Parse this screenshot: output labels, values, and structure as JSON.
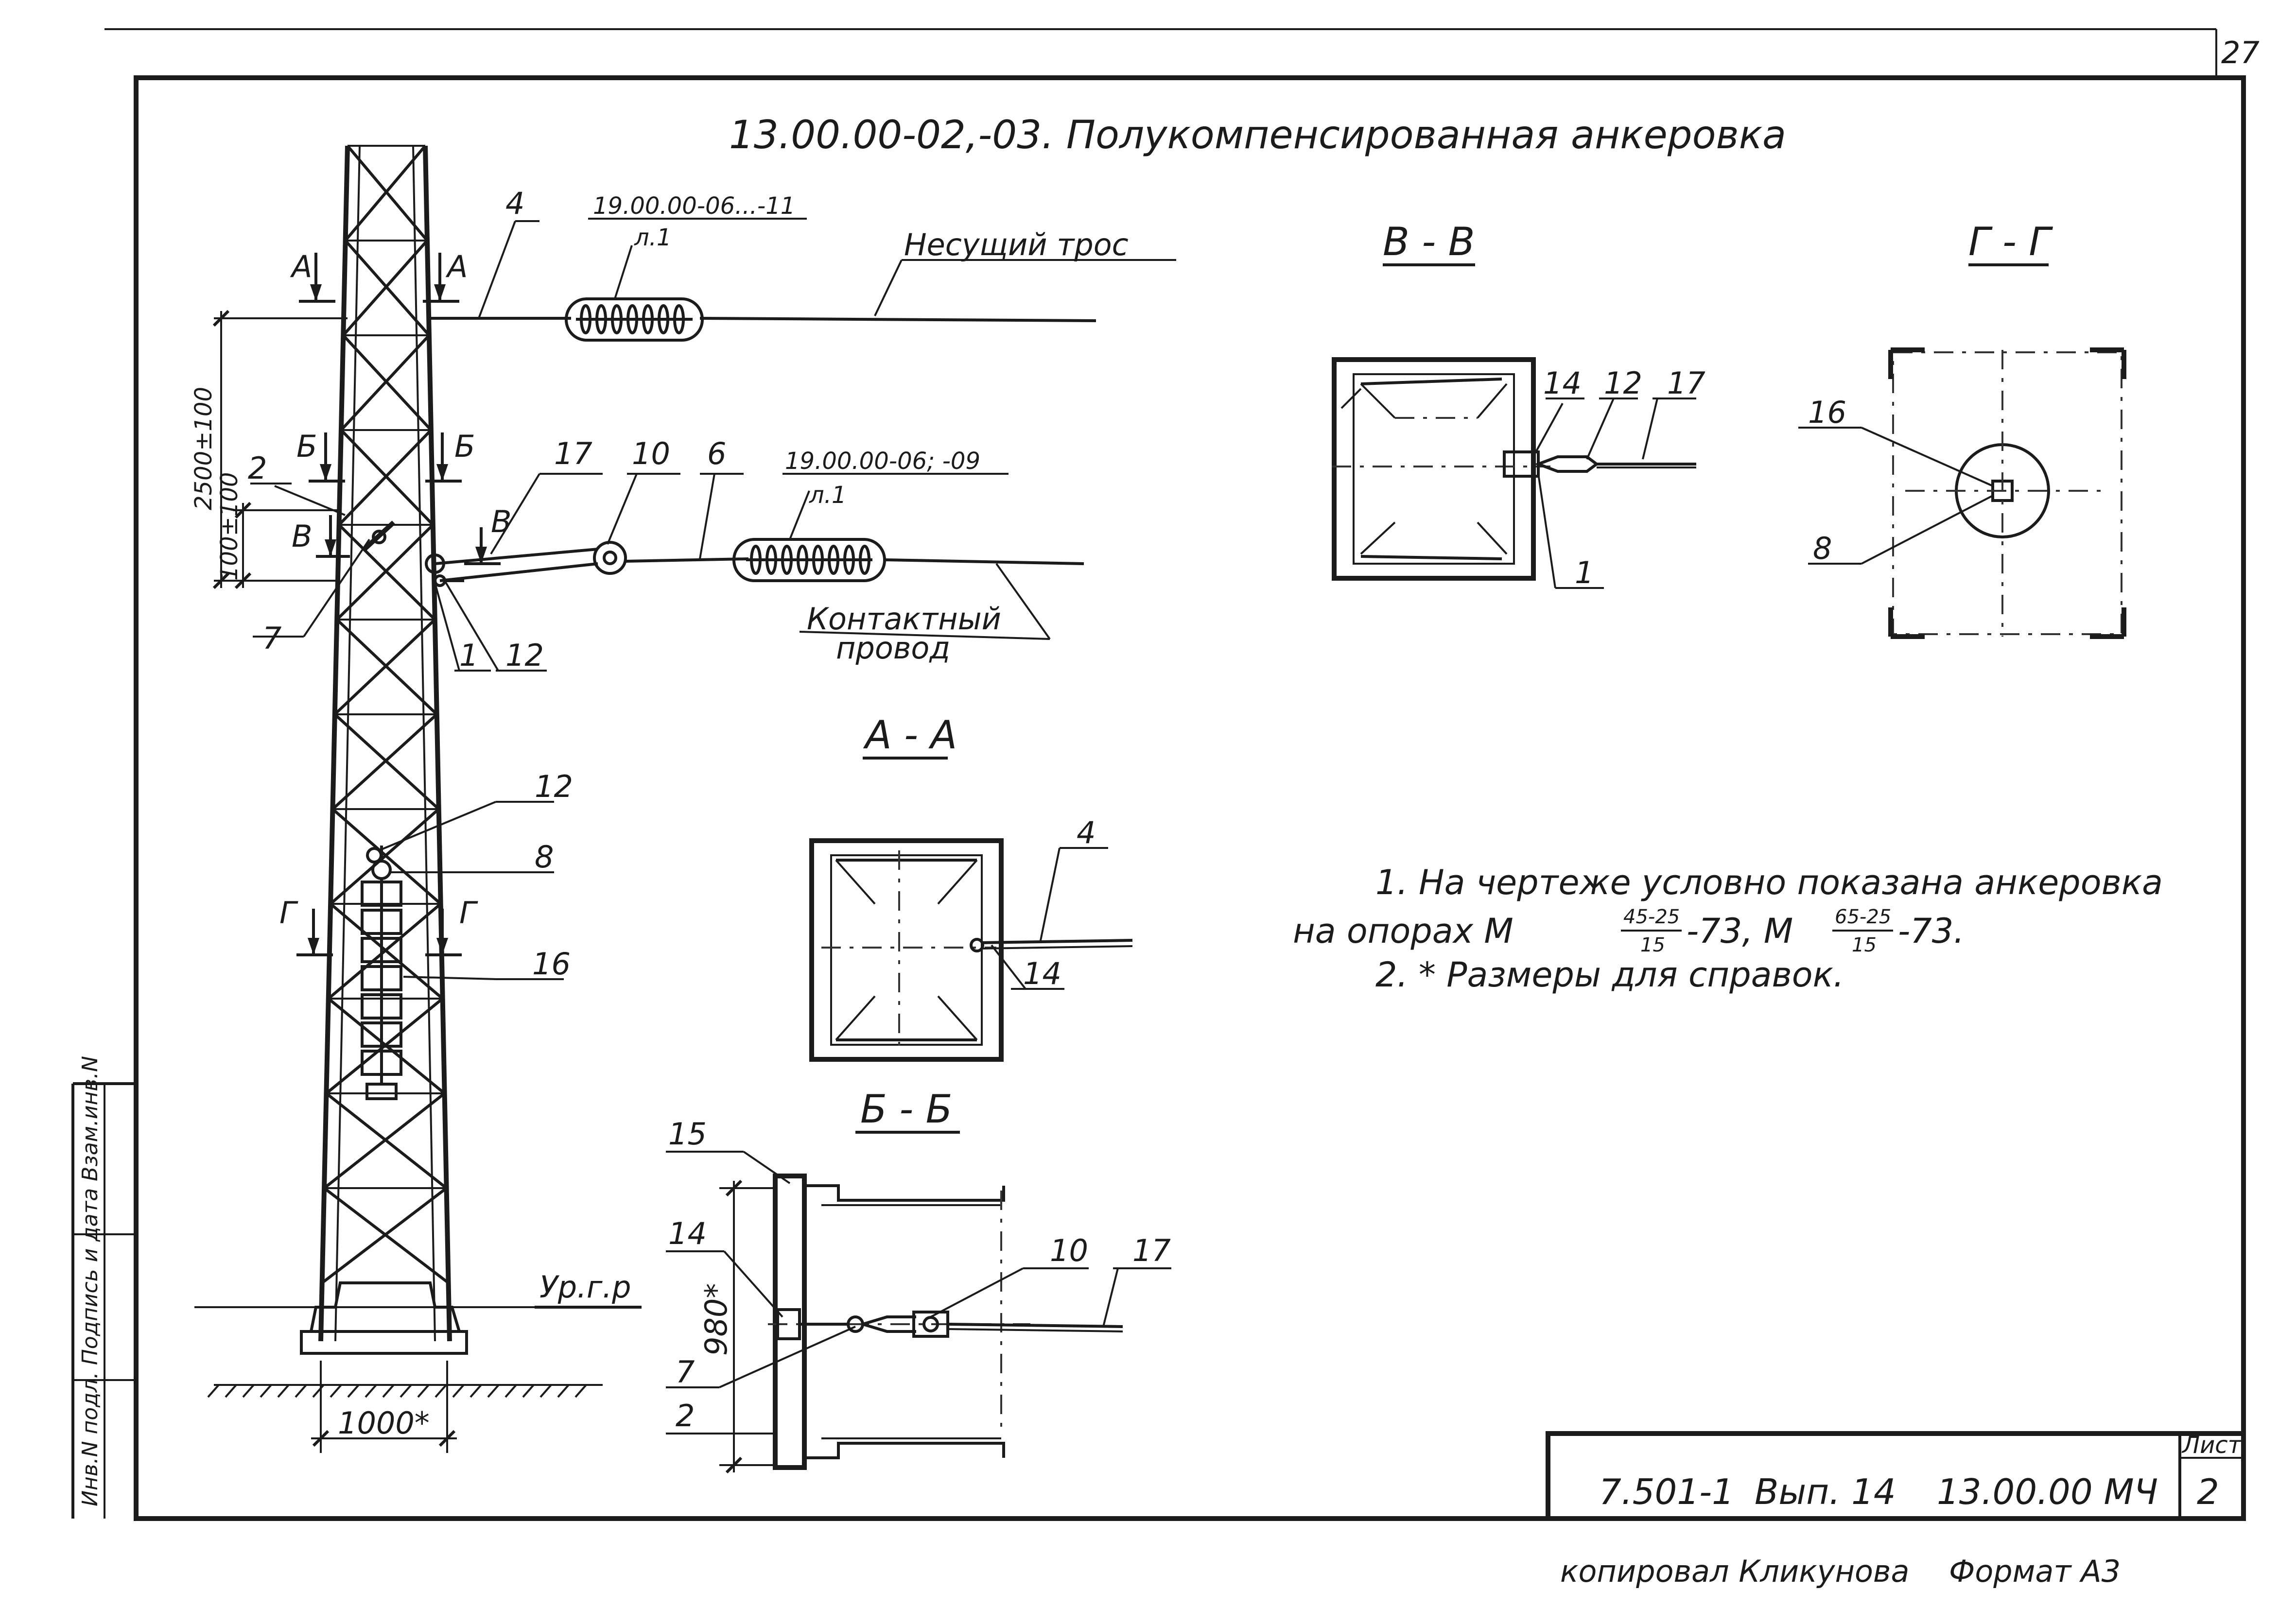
{
  "sheet_corner_number": "27",
  "title": "13.00.00-02,-03. Полукомпенсированная анкеровка",
  "main_view": {
    "items": {
      "p1": "1",
      "p2": "2",
      "p4": "4",
      "p6": "6",
      "p7": "7",
      "p8": "8",
      "p10": "10",
      "p12a": "12",
      "p12b": "12",
      "p16": "16",
      "p17": "17"
    },
    "section_marks": {
      "A": "А",
      "B": "Б",
      "V": "В",
      "G": "Г"
    },
    "insulator_top_ref": "19.00.00-06...-11",
    "insulator_top_sheet": "л.1",
    "insulator_bottom_ref": "19.00.00-06; -09",
    "insulator_bottom_sheet": "л.1",
    "carrier_cable": "Несущий трос",
    "contact_wire_line1": "Контактный",
    "contact_wire_line2": "провод",
    "dim_vertical_1": "2500±100",
    "dim_vertical_2": "100±100",
    "ground_level": "Ур.г.р",
    "base_width": "1000*"
  },
  "section_VV": {
    "title": "В - В",
    "i14": "14",
    "i12": "12",
    "i17": "17",
    "i1": "1"
  },
  "section_GG": {
    "title": "Г - Г",
    "i16": "16",
    "i8": "8"
  },
  "section_AA": {
    "title": "А - А",
    "i4": "4",
    "i14": "14"
  },
  "section_BB": {
    "title": "Б - Б",
    "i15": "15",
    "i14": "14",
    "i10": "10",
    "i17": "17",
    "i7": "7",
    "i2": "2",
    "dim": "980*"
  },
  "notes": {
    "n1_line1": "1. На чертеже условно показана анкеровка",
    "n1_line2_pre": "на опорах М",
    "frac1_num": "45-25",
    "frac1_den": "15",
    "n1_mid": "-73, М",
    "frac2_num": "65-25",
    "frac2_den": "15",
    "n1_end": "-73.",
    "n2": "2. * Размеры для справок."
  },
  "stamp": {
    "code1": "7.501-1",
    "code2": "Вып. 14",
    "code3": "13.00.00 МЧ",
    "sheet_label": "Лист",
    "sheet_no": "2"
  },
  "side_strip": "Инв.N подл.  Подпись и дата  Взам.инв.N",
  "footer": {
    "copied": "копировал Кликунова",
    "format": "Формат А3"
  }
}
